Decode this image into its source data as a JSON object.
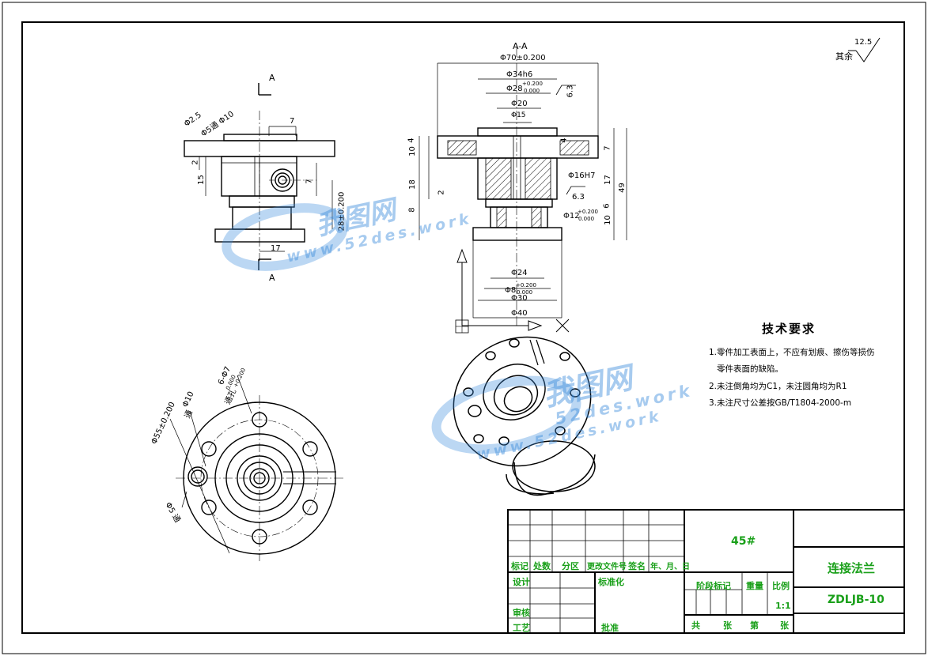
{
  "roughness": {
    "label": "其余",
    "value": "12.5"
  },
  "section_label": "A-A",
  "view_marks": {
    "top": "A",
    "bottom": "A"
  },
  "dims_section": {
    "d70": "Φ70±0.200",
    "d34": "Φ34h6",
    "d28": "Φ28",
    "d28_tol_up": "+0.200",
    "d28_tol_dn": "0.000",
    "d20": "Φ20",
    "d15": "Φ15",
    "d16": "Φ16H7",
    "d12": "Φ12",
    "d12_tol_up": "+0.200",
    "d12_tol_dn": "0.000",
    "d24": "Φ24",
    "d8": "Φ8",
    "d8_tol_up": "+0.200",
    "d8_tol_dn": "0.000",
    "d30": "Φ30",
    "d40": "Φ40",
    "r63a": "6.3",
    "r63b": "6.3",
    "h4": "4",
    "h10": "10",
    "h18": "18",
    "h8": "8",
    "h7": "7",
    "h17": "17",
    "h49": "49",
    "h6": "6",
    "h10b": "10",
    "h2": "2",
    "h4b": "4"
  },
  "dims_front": {
    "hole": "Φ5通 Φ10",
    "d25": "Φ2.5",
    "w7": "7",
    "w2": "2",
    "h15": "15",
    "h7": "7",
    "h28": "28±0.200",
    "w17": "17"
  },
  "dims_top": {
    "holes": "6-Φ7",
    "holes_tol_up": "+0.200",
    "holes_tol_dn": "0.000",
    "holes_note": "通孔",
    "d10": "Φ10",
    "d10_note": "通",
    "d55": "Φ55±0.200",
    "d5": "Φ5 通"
  },
  "tech": {
    "title": "技术要求",
    "items": [
      "1.零件加工表面上，不应有划痕、擦伤等损伤",
      "零件表面的缺陷。",
      "2.未注倒角均为C1，未注圆角均为R1",
      "3.未注尺寸公差按GB/T1804-2000-m"
    ]
  },
  "title_block": {
    "material": "45#",
    "part_name": "连接法兰",
    "drawing_no": "ZDLJB-10",
    "row_labels": [
      "标记",
      "处数",
      "分区",
      "更改文件号",
      "签名",
      "年、月、日"
    ],
    "design": "设计",
    "standard": "标准化",
    "stage": "阶段标记",
    "weight": "重量",
    "scale_label": "比例",
    "scale": "1:1",
    "review": "审核",
    "process": "工艺",
    "approve": "批准",
    "total": "共",
    "sheets": "张",
    "no": "第",
    "sheet": "张"
  },
  "watermark": {
    "brand": "我图网",
    "url_a": "www.52des.work",
    "url_b": "52des.work",
    "url_c": "www.52des.work"
  },
  "colors": {
    "line": "#000000",
    "green": "#1aa01a",
    "watermark": "#3c8cdc"
  }
}
